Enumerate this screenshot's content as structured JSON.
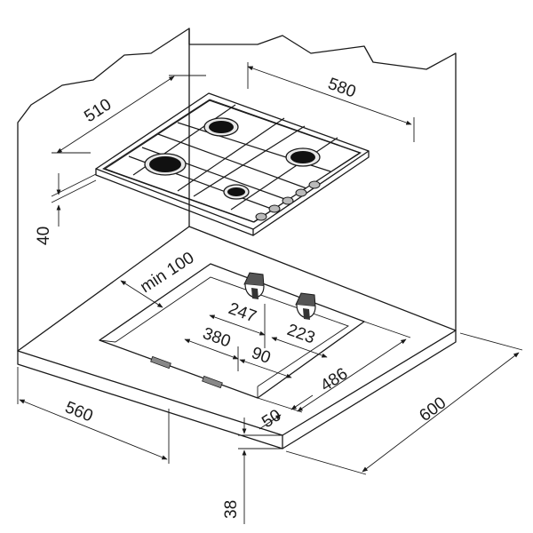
{
  "diagram": {
    "dimensions": {
      "hob_width": "580",
      "hob_depth": "510",
      "hob_height": "40",
      "min_clearance": "min 100",
      "cutout_left": "247",
      "cutout_right": "223",
      "cutout_depth_a": "380",
      "cutout_depth_b": "90",
      "cutout_width": "486",
      "edge_margin": "50",
      "counter_depth": "560",
      "counter_width": "600",
      "counter_thickness": "38"
    }
  }
}
